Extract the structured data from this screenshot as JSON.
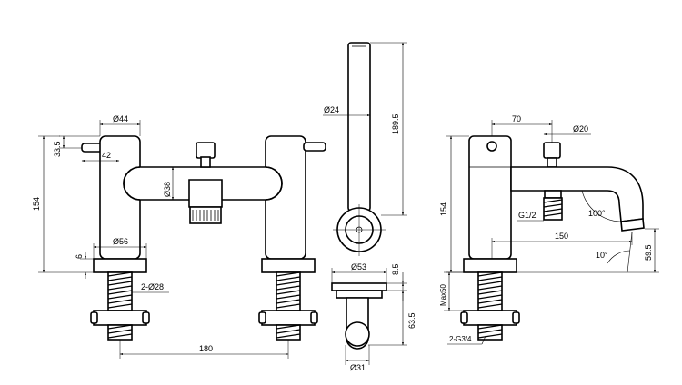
{
  "drawing": {
    "front": {
      "d44": "Ø44",
      "d42": "42",
      "d33_5": "33.5",
      "d154": "154",
      "d38": "Ø38",
      "d56": "Ø56",
      "d6": "6",
      "d2x28": "2-Ø28",
      "d180": "180"
    },
    "handset": {
      "d24": "Ø24",
      "d189_5": "189.5",
      "d53": "Ø53",
      "d8_5": "8.5",
      "d63_5": "63.5",
      "d31": "Ø31"
    },
    "side": {
      "d70": "70",
      "d20": "Ø20",
      "d154": "154",
      "g12": "G1/2",
      "a100": "100°",
      "d150": "150",
      "a10": "10°",
      "d59_5": "59.5",
      "max50": "Max50",
      "g34": "2-G3/4"
    }
  }
}
